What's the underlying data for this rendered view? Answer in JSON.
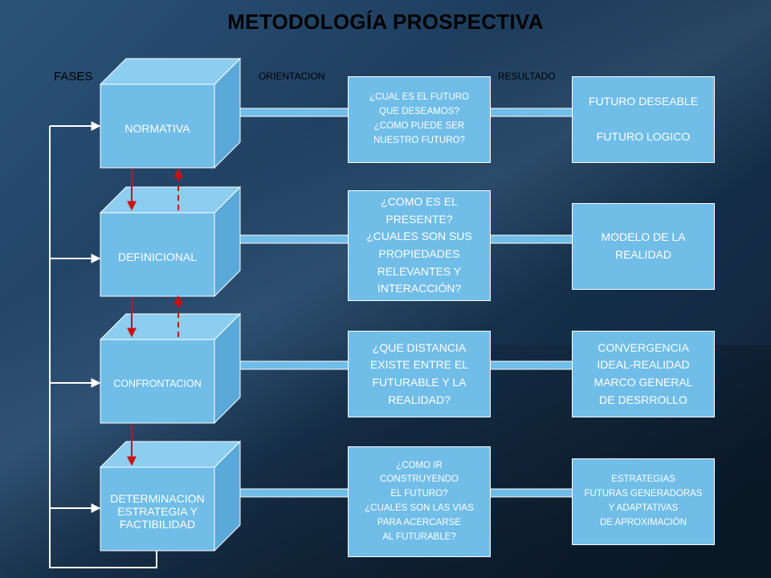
{
  "title": "METODOLOGÍA PROSPECTIVA",
  "labels": {
    "fases": "FASES",
    "orientacion": "ORIENTACION",
    "resultado": "RESULTADO"
  },
  "phases": [
    {
      "name": "NORMATIVA"
    },
    {
      "name": "DEFINICIONAL"
    },
    {
      "name": "CONFRONTACION"
    },
    {
      "name": "DETERMINACION\nESTRATEGIA Y\nFACTIBILIDAD"
    }
  ],
  "orientation": [
    {
      "lines": [
        "¿CUAL ES EL FUTURO",
        "QUE DESEAMOS?",
        "¿COMO PUEDE SER",
        "NUESTRO FUTURO?"
      ]
    },
    {
      "lines": [
        "¿COMO ES EL",
        "PRESENTE?",
        "¿CUALES SON SUS",
        "PROPIEDADES",
        "RELEVANTES Y",
        "INTERACCIÓN?"
      ]
    },
    {
      "lines": [
        "¿QUE DISTANCIA",
        "EXISTE ENTRE EL",
        "FUTURABLE Y LA",
        "REALIDAD?"
      ]
    },
    {
      "lines": [
        "¿COMO IR",
        "CONSTRUYENDO",
        "EL FUTURO?",
        "¿CUALES SON LAS VIAS",
        "PARA ACERCARSE",
        "AL FUTURABLE?"
      ]
    }
  ],
  "results": [
    {
      "lines": [
        "FUTURO DESEABLE",
        "",
        "FUTURO LOGICO"
      ]
    },
    {
      "lines": [
        "MODELO DE LA",
        "REALIDAD"
      ]
    },
    {
      "lines": [
        "CONVERGENCIA",
        "IDEAL-REALIDAD",
        "MARCO GENERAL",
        "DE DESRROLLO"
      ]
    },
    {
      "lines": [
        "ESTRATEGIAS",
        "FUTURAS GENERADORAS",
        "Y ADAPTATIVAS",
        "DE APROXIMACIÓN"
      ]
    }
  ],
  "colors": {
    "box": "#70bde8",
    "cube_side": "#5aa9d8",
    "cube_top": "#8ccdf0",
    "arrow_down": "#cc1111",
    "arrow_up": "#cc1111",
    "connector": "#ffffff"
  }
}
